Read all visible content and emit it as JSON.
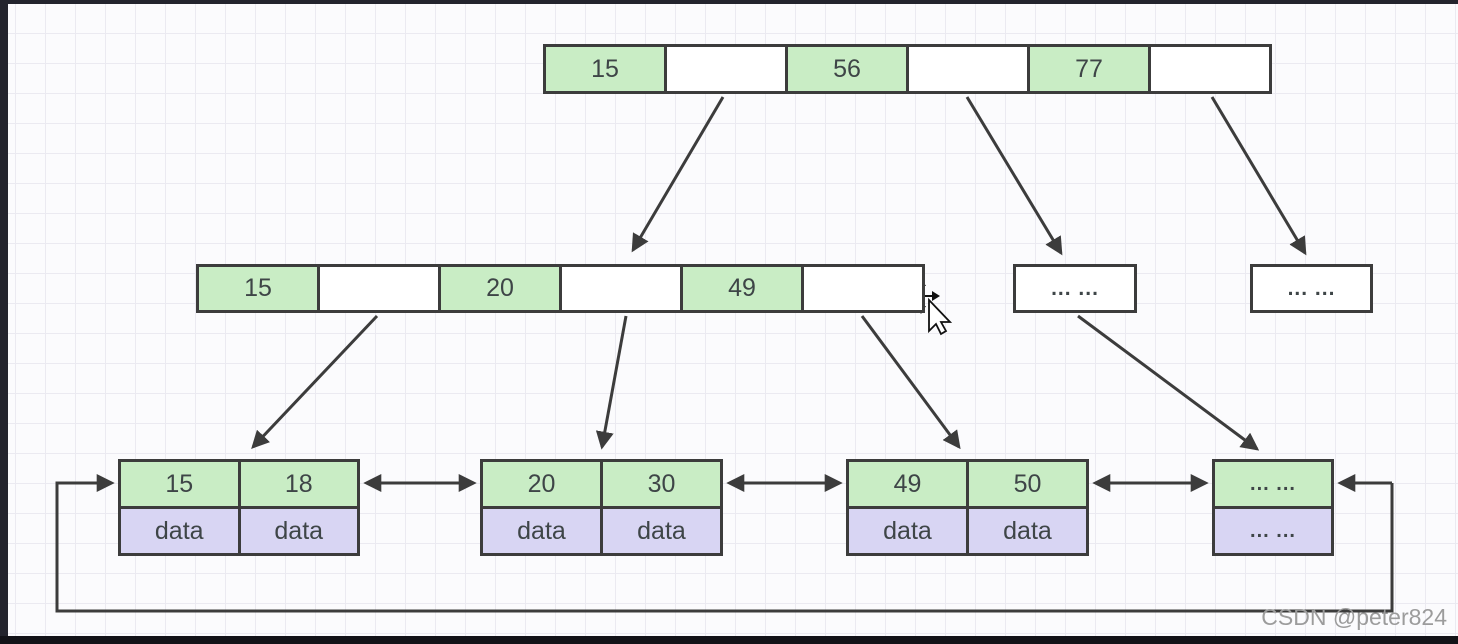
{
  "diagram": {
    "type": "b-plus-tree",
    "root": {
      "cells": [
        "15",
        "",
        "56",
        "",
        "77",
        ""
      ]
    },
    "internal": {
      "cells": [
        "15",
        "",
        "20",
        "",
        "49",
        ""
      ]
    },
    "overflow": [
      "... ...",
      "... ..."
    ],
    "leaves": [
      {
        "keys": [
          "15",
          "18"
        ],
        "data": [
          "data",
          "data"
        ]
      },
      {
        "keys": [
          "20",
          "30"
        ],
        "data": [
          "data",
          "data"
        ]
      },
      {
        "keys": [
          "49",
          "50"
        ],
        "data": [
          "data",
          "data"
        ]
      },
      {
        "keys": [
          "... ..."
        ],
        "data": [
          "... ..."
        ]
      }
    ]
  },
  "colors": {
    "border": "#3c3c3c",
    "key_fill": "#c9edc5",
    "data_fill": "#d8d5f3",
    "text": "#3e4547",
    "arrow": "#3c3c3c",
    "watermark": "#9c9c9c"
  },
  "watermark": {
    "text": "CSDN @peter824"
  },
  "cursor": {
    "state": "move-with-pointer"
  }
}
